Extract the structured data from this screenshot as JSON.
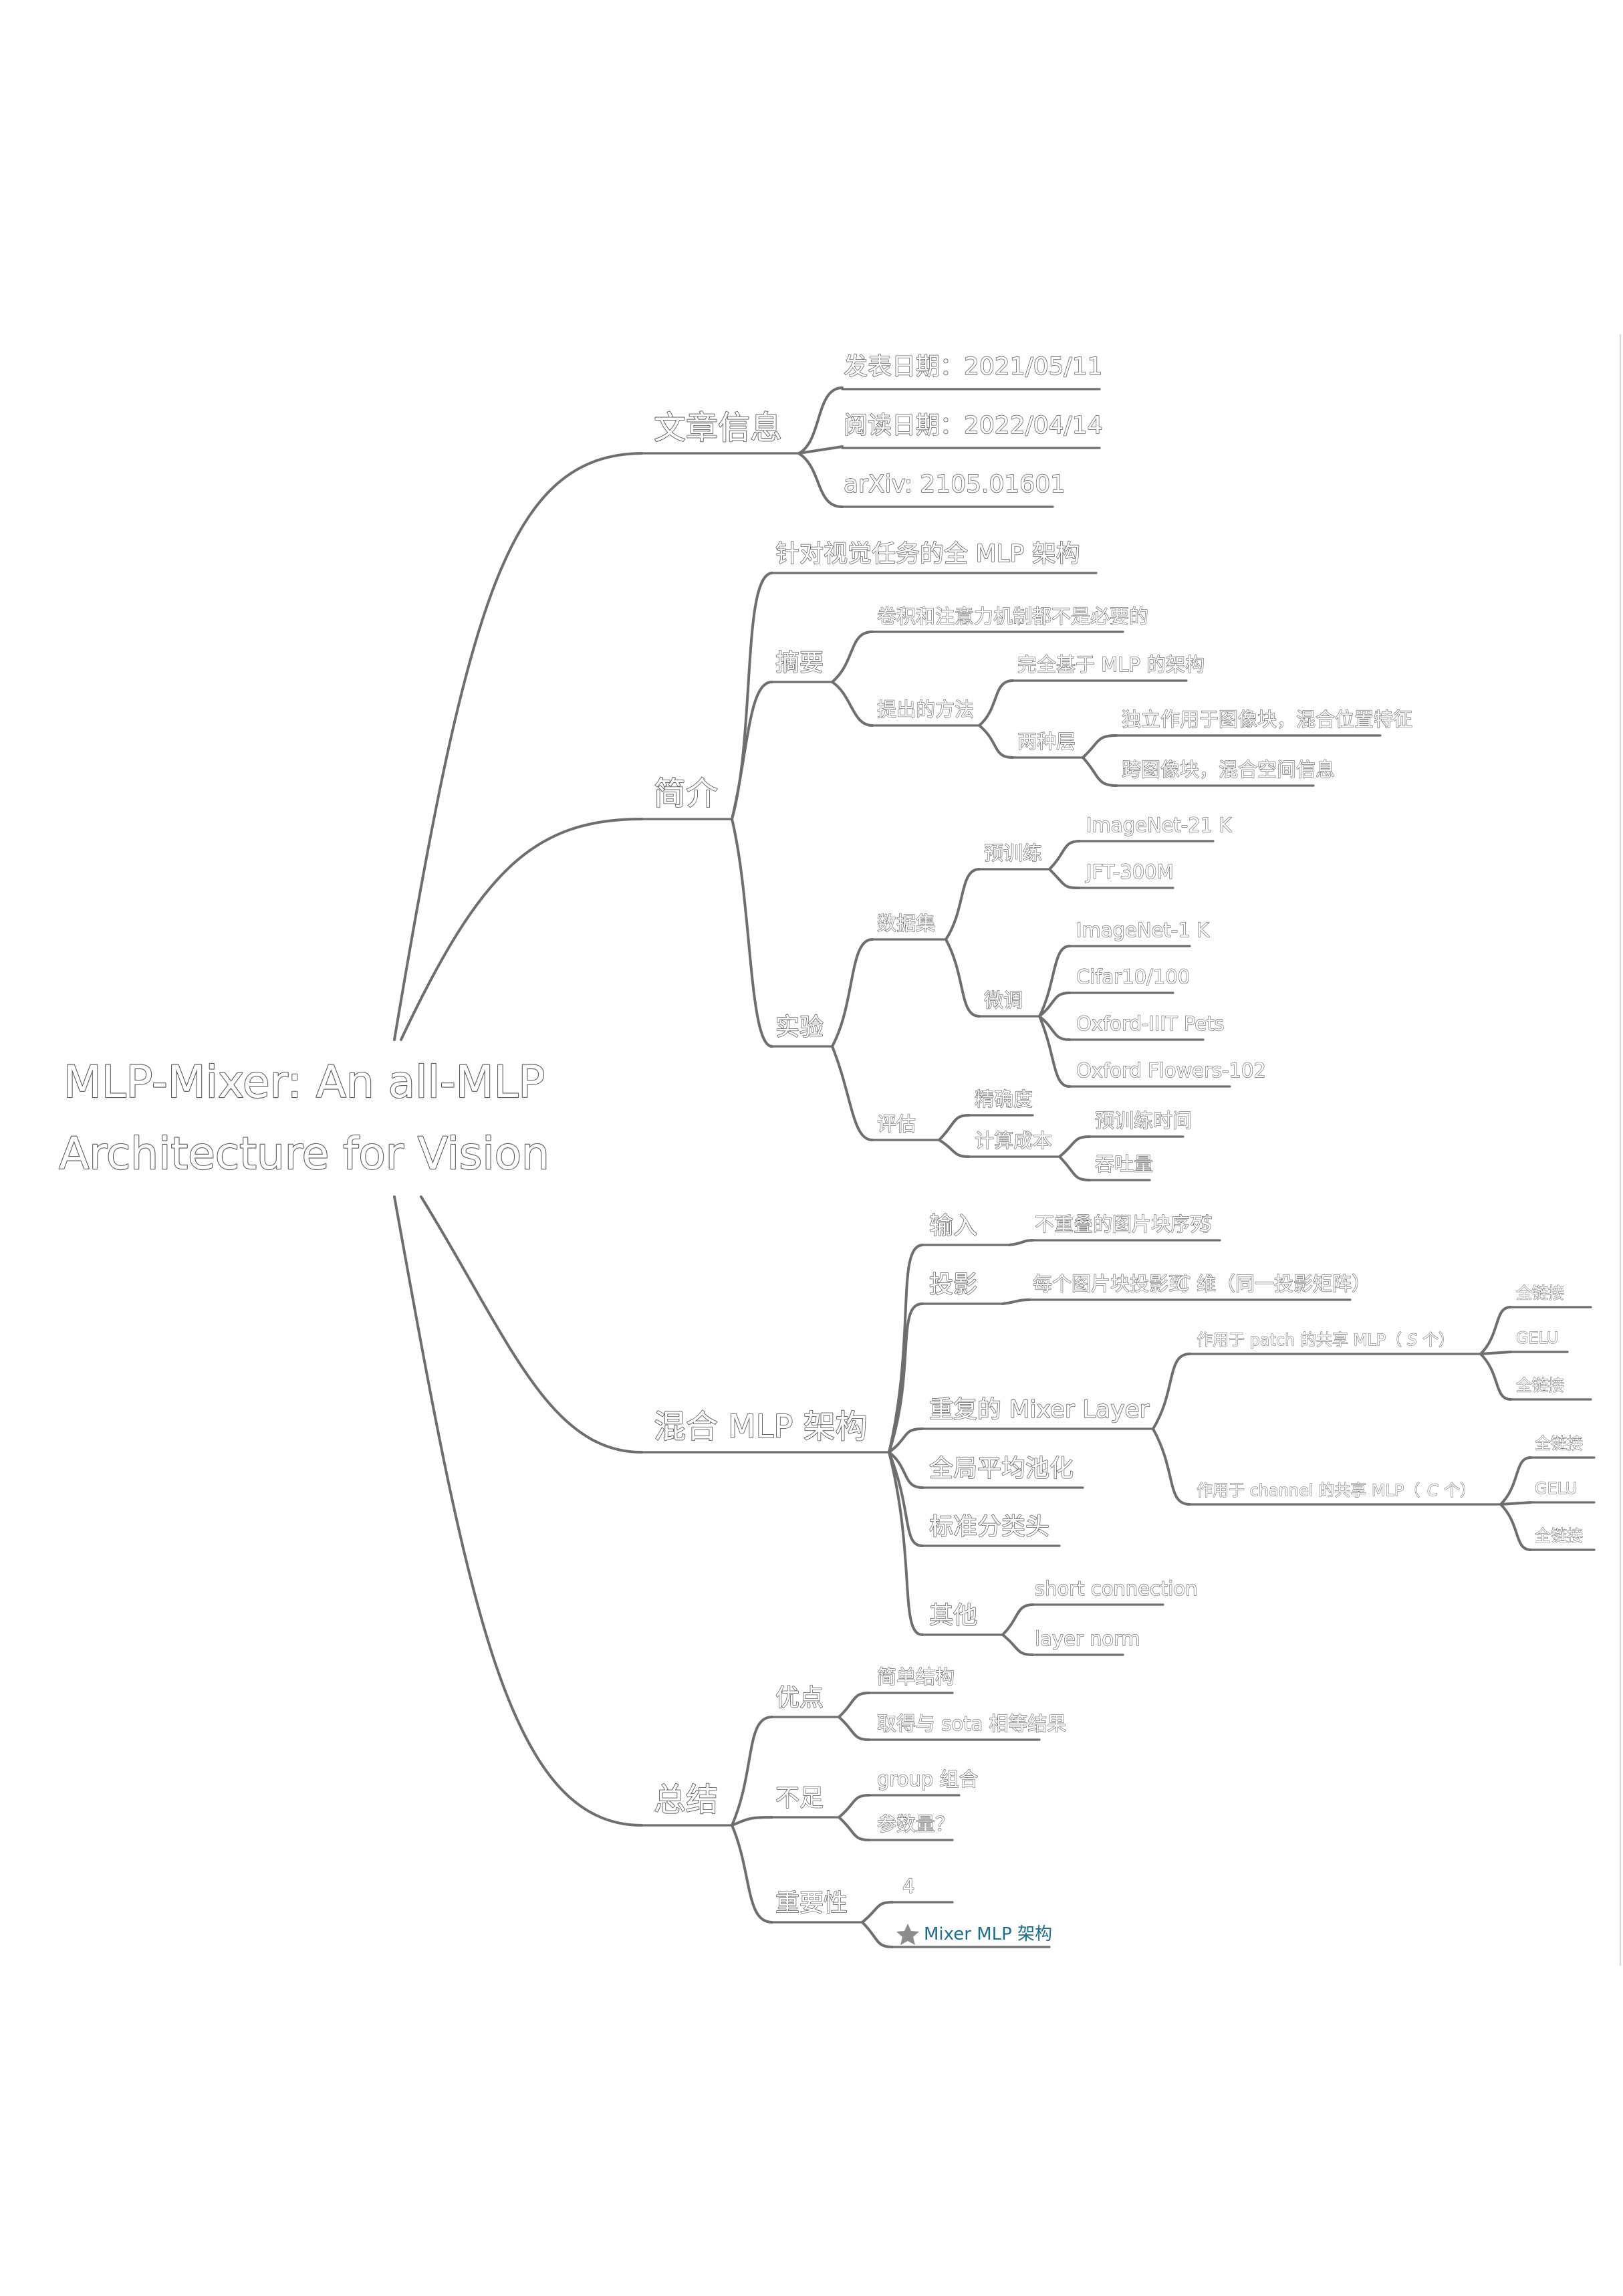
{
  "root": {
    "line1": "MLP-Mixer: An all-MLP",
    "line2": "Architecture for Vision"
  },
  "info": {
    "label": "文章信息",
    "published": "发表日期：2021/05/11",
    "read": "阅读日期：2022/04/14",
    "arxiv": "arXiv: 2105.01601"
  },
  "intro": {
    "label": "简介",
    "summary": "针对视觉任务的全 MLP 架构",
    "abstract": {
      "label": "摘要",
      "p1": "卷积和注意力机制都不是必要的",
      "method": {
        "label": "提出的方法",
        "m1": "完全基于 MLP 的架构",
        "layers": {
          "label": "两种层",
          "l1": "独立作用于图像块，混合位置特征",
          "l2": "跨图像块，混合空间信息"
        }
      }
    },
    "experiment": {
      "label": "实验",
      "datasets": {
        "label": "数据集",
        "pretrain": {
          "label": "预训练",
          "d1": "ImageNet-21 K",
          "d2": "JFT-300M"
        },
        "finetune": {
          "label": "微调",
          "d1": "ImageNet-1 K",
          "d2": "Cifar10/100",
          "d3": "Oxford-IIIT Pets",
          "d4": "Oxford Flowers-102"
        }
      },
      "eval": {
        "label": "评估",
        "accuracy": "精确度",
        "cost": {
          "label": "计算成本",
          "c1": "预训练时间",
          "c2": "吞吐量"
        }
      }
    }
  },
  "mixer": {
    "label": "混合 MLP 架构",
    "input": {
      "label": "输入",
      "detail": "不重叠的图片块序列",
      "var": "S"
    },
    "projection": {
      "label": "投影",
      "detail_a": "每个图片块投影到",
      "var": "C",
      "detail_b": "维（同一投影矩阵）"
    },
    "layer": {
      "label": "重复的 Mixer Layer",
      "token": {
        "label": "作用于 patch 的共享 MLP（",
        "var": "S",
        "tail": "个）",
        "a": "全链接",
        "b": "GELU",
        "c": "全链接"
      },
      "channel": {
        "label": "作用于 channel 的共享 MLP（",
        "var": "C",
        "tail": "个）",
        "a": "全链接",
        "b": "GELU",
        "c": "全链接"
      }
    },
    "pooling": "全局平均池化",
    "head": "标准分类头",
    "others": {
      "label": "其他",
      "o1": "short connection",
      "o2": "layer norm"
    }
  },
  "conclusion": {
    "label": "总结",
    "pros": {
      "label": "优点",
      "p1": "简单结构",
      "p2": "取得与 sota 相等结果"
    },
    "cons": {
      "label": "不足",
      "c1": "group 组合",
      "c2": "参数量？"
    },
    "importance": {
      "label": "重要性",
      "rating": "4",
      "tag": "Mixer MLP 架构"
    }
  },
  "colors": {
    "edge": "#6e6e6e",
    "text_outline": "#5a5a5a",
    "tag": "#1a6e8a"
  },
  "icons": {
    "tag": "star-icon"
  }
}
